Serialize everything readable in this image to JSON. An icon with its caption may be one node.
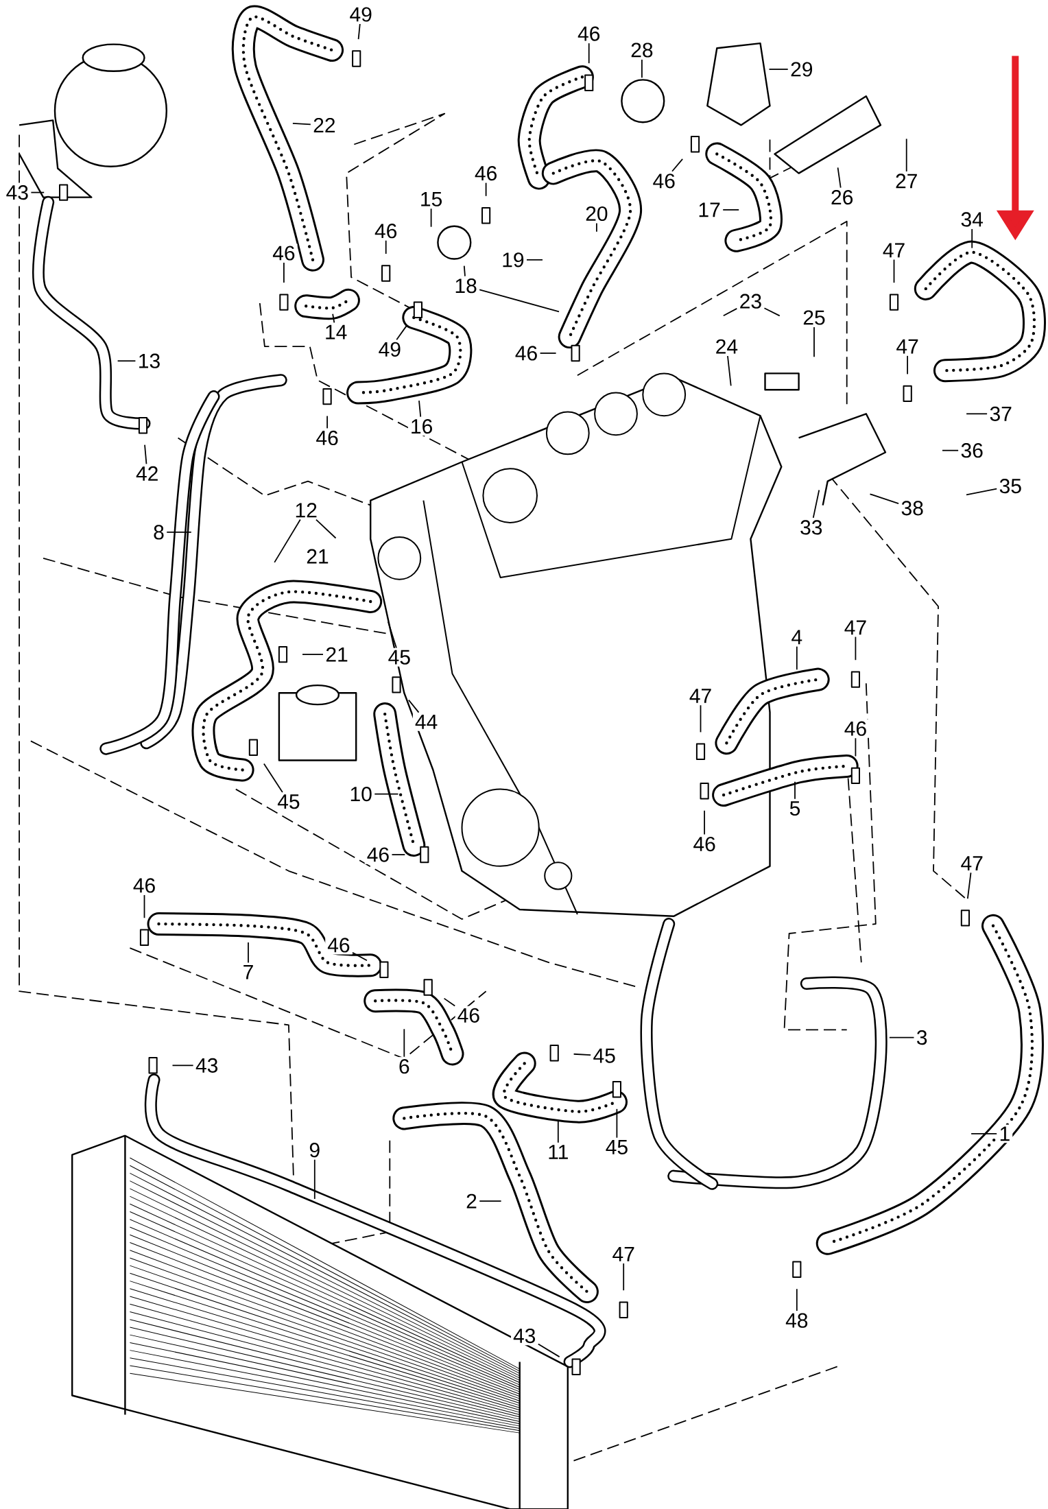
{
  "diagram": {
    "nodes": [
      {
        "text": [
          "49"
        ]
      },
      {
        "text": [
          "22"
        ]
      },
      {
        "text": [
          "46"
        ]
      },
      {
        "text": [
          "28"
        ]
      },
      {
        "text": [
          "29"
        ]
      },
      {
        "text": [
          "27"
        ]
      },
      {
        "text": [
          "26"
        ]
      },
      {
        "text": [
          "46"
        ]
      },
      {
        "text": [
          "17"
        ]
      },
      {
        "text": [
          "43"
        ]
      },
      {
        "text": [
          "15"
        ]
      },
      {
        "text": [
          "46"
        ]
      },
      {
        "text": [
          "20"
        ]
      },
      {
        "text": [
          "19"
        ]
      },
      {
        "text": [
          "18"
        ]
      },
      {
        "text": [
          "46"
        ]
      },
      {
        "text": [
          "46"
        ]
      },
      {
        "text": [
          "14"
        ]
      },
      {
        "text": [
          "49"
        ]
      },
      {
        "text": [
          "13"
        ]
      },
      {
        "text": [
          "46"
        ]
      },
      {
        "text": [
          "23"
        ]
      },
      {
        "text": [
          "24"
        ]
      },
      {
        "text": [
          "25"
        ]
      },
      {
        "text": [
          "34"
        ]
      },
      {
        "text": [
          "47"
        ]
      },
      {
        "text": [
          "47"
        ]
      },
      {
        "text": [
          "37"
        ]
      },
      {
        "text": [
          "36"
        ]
      },
      {
        "text": [
          "35"
        ]
      },
      {
        "text": [
          "38"
        ]
      },
      {
        "text": [
          "33"
        ]
      },
      {
        "text": [
          "46"
        ]
      },
      {
        "text": [
          "16"
        ]
      },
      {
        "text": [
          "42"
        ]
      },
      {
        "text": [
          "8"
        ]
      },
      {
        "text": [
          "12"
        ]
      },
      {
        "text": [
          "21"
        ]
      },
      {
        "text": [
          "45"
        ]
      },
      {
        "text": [
          "44"
        ]
      },
      {
        "text": [
          "45"
        ]
      },
      {
        "text": [
          "10"
        ]
      },
      {
        "text": [
          "46"
        ]
      },
      {
        "text": [
          "4"
        ]
      },
      {
        "text": [
          "47"
        ]
      },
      {
        "text": [
          "47"
        ]
      },
      {
        "text": [
          "46"
        ]
      },
      {
        "text": [
          "5"
        ]
      },
      {
        "text": [
          "46"
        ]
      },
      {
        "text": [
          "46"
        ]
      },
      {
        "text": [
          "7"
        ]
      },
      {
        "text": [
          "46"
        ]
      },
      {
        "text": [
          "46"
        ]
      },
      {
        "text": [
          "6"
        ]
      },
      {
        "text": [
          "47"
        ]
      },
      {
        "text": [
          "3"
        ]
      },
      {
        "text": [
          "43"
        ]
      },
      {
        "text": [
          "45"
        ]
      },
      {
        "text": [
          "11"
        ]
      },
      {
        "text": [
          "45"
        ]
      },
      {
        "text": [
          "1"
        ]
      },
      {
        "text": [
          "9"
        ]
      },
      {
        "text": [
          "2"
        ]
      },
      {
        "text": [
          "47"
        ]
      },
      {
        "text": [
          "48"
        ]
      },
      {
        "text": [
          "43"
        ]
      }
    ],
    "edges": [
      {
        "from": 0,
        "to": null,
        "arrow": "none"
      },
      {
        "from": 1,
        "to": null,
        "arrow": "none"
      },
      {
        "from": 2,
        "to": null,
        "arrow": "none"
      },
      {
        "from": 3,
        "to": null,
        "arrow": "none"
      },
      {
        "from": 4,
        "to": null,
        "arrow": "none"
      },
      {
        "from": 5,
        "to": null,
        "arrow": "none"
      },
      {
        "from": 6,
        "to": null,
        "arrow": "none"
      },
      {
        "from": 7,
        "to": null,
        "arrow": "none"
      },
      {
        "from": 8,
        "to": null,
        "arrow": "none"
      },
      {
        "from": 9,
        "to": null,
        "arrow": "none"
      },
      {
        "from": 10,
        "to": null,
        "arrow": "none"
      },
      {
        "from": 11,
        "to": null,
        "arrow": "none"
      },
      {
        "from": 12,
        "to": null,
        "arrow": "none"
      },
      {
        "from": 13,
        "to": null,
        "arrow": "none"
      },
      {
        "from": 14,
        "to": null,
        "arrow": "none"
      },
      {
        "from": 14,
        "to": null,
        "arrow": "none"
      },
      {
        "from": 15,
        "to": null,
        "arrow": "none"
      },
      {
        "from": 16,
        "to": null,
        "arrow": "none"
      },
      {
        "from": 17,
        "to": null,
        "arrow": "none"
      },
      {
        "from": 18,
        "to": null,
        "arrow": "none"
      },
      {
        "from": 19,
        "to": null,
        "arrow": "none"
      },
      {
        "from": 20,
        "to": null,
        "arrow": "none"
      },
      {
        "from": 21,
        "to": null,
        "arrow": "none"
      },
      {
        "from": 21,
        "to": null,
        "arrow": "none"
      },
      {
        "from": 22,
        "to": null,
        "arrow": "none"
      },
      {
        "from": 23,
        "to": null,
        "arrow": "none"
      },
      {
        "from": 24,
        "to": null,
        "arrow": "none"
      },
      {
        "from": 25,
        "to": null,
        "arrow": "none"
      },
      {
        "from": 26,
        "to": null,
        "arrow": "none"
      },
      {
        "from": 27,
        "to": null,
        "arrow": "none"
      },
      {
        "from": 28,
        "to": null,
        "arrow": "none"
      },
      {
        "from": 29,
        "to": null,
        "arrow": "none"
      },
      {
        "from": 30,
        "to": null,
        "arrow": "none"
      },
      {
        "from": 31,
        "to": null,
        "arrow": "none"
      },
      {
        "from": 32,
        "to": null,
        "arrow": "none"
      },
      {
        "from": 33,
        "to": null,
        "arrow": "none"
      },
      {
        "from": 34,
        "to": null,
        "arrow": "none"
      },
      {
        "from": 35,
        "to": null,
        "arrow": "none"
      },
      {
        "from": 36,
        "to": null,
        "arrow": "none"
      },
      {
        "from": 36,
        "to": null,
        "arrow": "none"
      },
      {
        "from": 37,
        "to": null,
        "arrow": "none"
      },
      {
        "from": 38,
        "to": null,
        "arrow": "none"
      },
      {
        "from": 39,
        "to": null,
        "arrow": "none"
      },
      {
        "from": 40,
        "to": null,
        "arrow": "none"
      },
      {
        "from": 41,
        "to": null,
        "arrow": "none"
      },
      {
        "from": 42,
        "to": null,
        "arrow": "none"
      },
      {
        "from": 43,
        "to": null,
        "arrow": "none"
      },
      {
        "from": 44,
        "to": null,
        "arrow": "none"
      },
      {
        "from": 45,
        "to": null,
        "arrow": "none"
      },
      {
        "from": 46,
        "to": null,
        "arrow": "none"
      },
      {
        "from": 47,
        "to": null,
        "arrow": "none"
      },
      {
        "from": 48,
        "to": null,
        "arrow": "none"
      },
      {
        "from": 49,
        "to": null,
        "arrow": "none"
      },
      {
        "from": 50,
        "to": null,
        "arrow": "none"
      },
      {
        "from": 51,
        "to": null,
        "arrow": "none"
      },
      {
        "from": 52,
        "to": null,
        "arrow": "none"
      },
      {
        "from": 53,
        "to": null,
        "arrow": "none"
      },
      {
        "from": 54,
        "to": null,
        "arrow": "none"
      },
      {
        "from": 55,
        "to": null,
        "arrow": "none"
      },
      {
        "from": 56,
        "to": null,
        "arrow": "none"
      },
      {
        "from": 57,
        "to": null,
        "arrow": "none"
      },
      {
        "from": 58,
        "to": null,
        "arrow": "none"
      },
      {
        "from": 59,
        "to": null,
        "arrow": "none"
      },
      {
        "from": 60,
        "to": null,
        "arrow": "none"
      },
      {
        "from": 61,
        "to": null,
        "arrow": "none"
      },
      {
        "from": 62,
        "to": null,
        "arrow": "none"
      },
      {
        "from": 63,
        "to": null,
        "arrow": "none"
      },
      {
        "from": 64,
        "to": null,
        "arrow": "none"
      },
      {
        "from": 65,
        "to": null,
        "arrow": "none"
      }
    ],
    "labels": [
      "21"
    ]
  }
}
